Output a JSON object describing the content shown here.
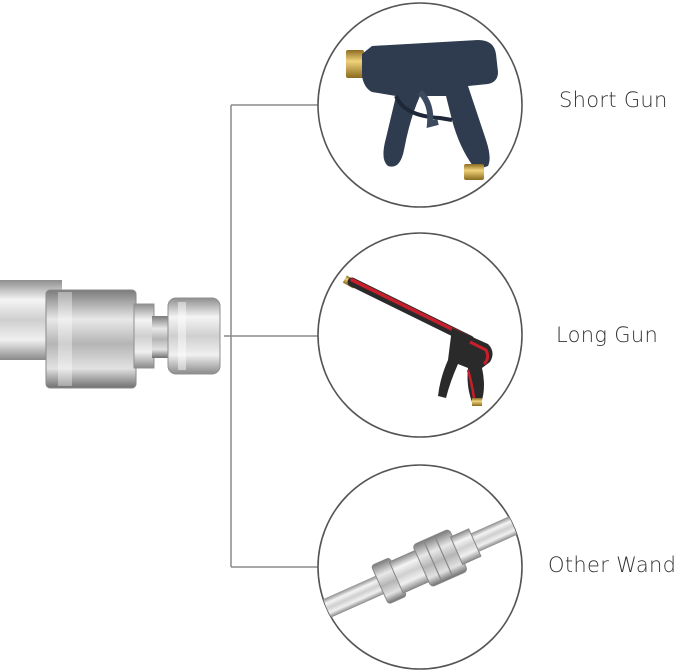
{
  "options": [
    {
      "label": "Short Gun"
    },
    {
      "label": "Long Gun"
    },
    {
      "label": "Other Wand"
    }
  ],
  "colors": {
    "connector_line": "#8a8a8a",
    "circle_stroke": "#555555",
    "steel_light": "#f2f2f2",
    "steel_dark": "#9a9a9a",
    "short_gun_body": "#2f3b4e",
    "long_gun_accent": "#c81e2a",
    "brass": "#c9a341"
  }
}
